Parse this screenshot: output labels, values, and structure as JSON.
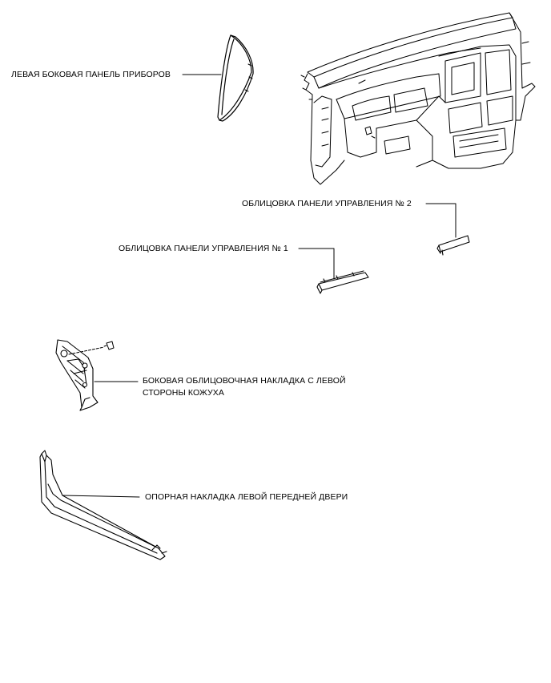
{
  "labels": {
    "side_panel": "ЛЕВАЯ БОКОВАЯ ПАНЕЛЬ ПРИБОРОВ",
    "trim2": "ОБЛИЦОВКА ПАНЕЛИ УПРАВЛЕНИЯ № 2",
    "trim1": "ОБЛИЦОВКА ПАНЕЛИ УПРАВЛЕНИЯ № 1",
    "cowl_line1": "БОКОВАЯ ОБЛИЦОВОЧНАЯ НАКЛАДКА С ЛЕВОЙ",
    "cowl_line2": "СТОРОНЫ КОЖУХА",
    "scuff": "ОПОРНАЯ НАКЛАДКА ЛЕВОЙ ПЕРЕДНЕЙ ДВЕРИ"
  },
  "colors": {
    "line": "#000000",
    "background": "#ffffff"
  }
}
